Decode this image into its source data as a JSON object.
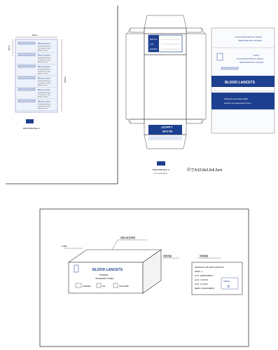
{
  "top_left_sheet": {
    "dim_width": "30cm",
    "dim_height_left": "30cm",
    "dim_height_right": "100cm",
    "label_title": "Blood Lancet",
    "label_lines": [
      "Sterile blood lancet",
      "for single use only",
      "Made in China"
    ],
    "pantone_label": "PANTONE Blue C"
  },
  "die_cut": {
    "lid_fields": [
      "BATCH",
      "LOT",
      "EXPIRY"
    ],
    "flap_text_a": "BLOOD",
    "flap_text_b": "LANCET",
    "pantone_label": "PANTONE Blue C",
    "pantone_sub": "(or equivalent)",
    "size_note": "尺寸为10.8x3.2x6.5cm"
  },
  "panels": {
    "top_lines": [
      "stainless steel disposable",
      "sterility not guaranteed if torn"
    ],
    "mid_lines": [
      "stainless steel disposable",
      "sterility not guaranteed if torn",
      "Sterile"
    ],
    "title": "BLOOD LANCETS",
    "bottom_lines": [
      "stainless steel disposable",
      "sterility not guaranteed if torn"
    ]
  },
  "bottom_drawing": {
    "height_label": "A 905",
    "top_callout": "纸箱(5层瓦楞纸)",
    "side_callout": "纸箱侧面",
    "end_callout": "纸箱端面",
    "box_title": "BLOOD LANCETS",
    "box_sub": [
      "STERILE",
      "STAINLESS STEEL"
    ],
    "box_icons": [
      "ISO9001",
      "CE",
      "ISO13485"
    ],
    "spec_lines": [
      "PRODUCT: BLOOD LANCETS",
      "SPEC: L",
      "QTY: 200PCS/BOX",
      "G.W.: 12 KGS",
      "N.W.: 11 KGS",
      "MEAS: 46x42x48CM"
    ],
    "stamp_text": "KEMIA",
    "stamp_number": "③"
  }
}
